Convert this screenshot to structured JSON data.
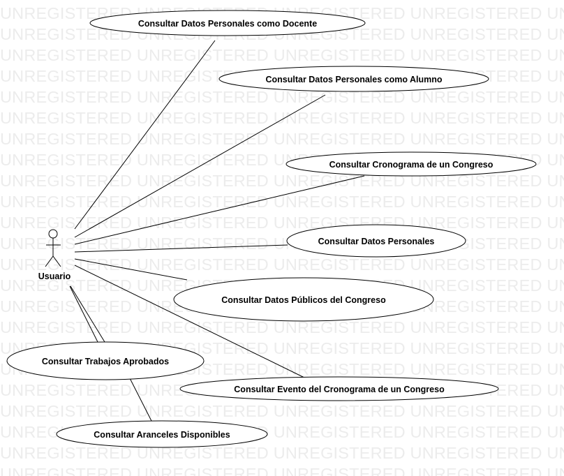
{
  "watermark_text": "UNREGISTERED",
  "actor": {
    "name": "Usuario"
  },
  "use_cases": [
    {
      "id": "uc1",
      "label": "Consultar Datos Personales como Docente"
    },
    {
      "id": "uc2",
      "label": "Consultar Datos Personales como Alumno"
    },
    {
      "id": "uc3",
      "label": "Consultar Cronograma de un Congreso"
    },
    {
      "id": "uc4",
      "label": "Consultar Datos Personales"
    },
    {
      "id": "uc5",
      "label": "Consultar Datos Públicos del Congreso"
    },
    {
      "id": "uc6",
      "label": "Consultar Trabajos Aprobados"
    },
    {
      "id": "uc7",
      "label": "Consultar Evento del Cronograma de un Congreso"
    },
    {
      "id": "uc8",
      "label": "Consultar Aranceles Disponibles"
    }
  ],
  "associations": [
    {
      "from": "actor",
      "to": "uc1"
    },
    {
      "from": "actor",
      "to": "uc2"
    },
    {
      "from": "actor",
      "to": "uc3"
    },
    {
      "from": "actor",
      "to": "uc4"
    },
    {
      "from": "actor",
      "to": "uc5"
    },
    {
      "from": "actor",
      "to": "uc6"
    },
    {
      "from": "actor",
      "to": "uc7"
    },
    {
      "from": "actor",
      "to": "uc8"
    }
  ],
  "colors": {
    "line": "#000000",
    "fill": "#ffffff",
    "watermark": "#ececec"
  }
}
